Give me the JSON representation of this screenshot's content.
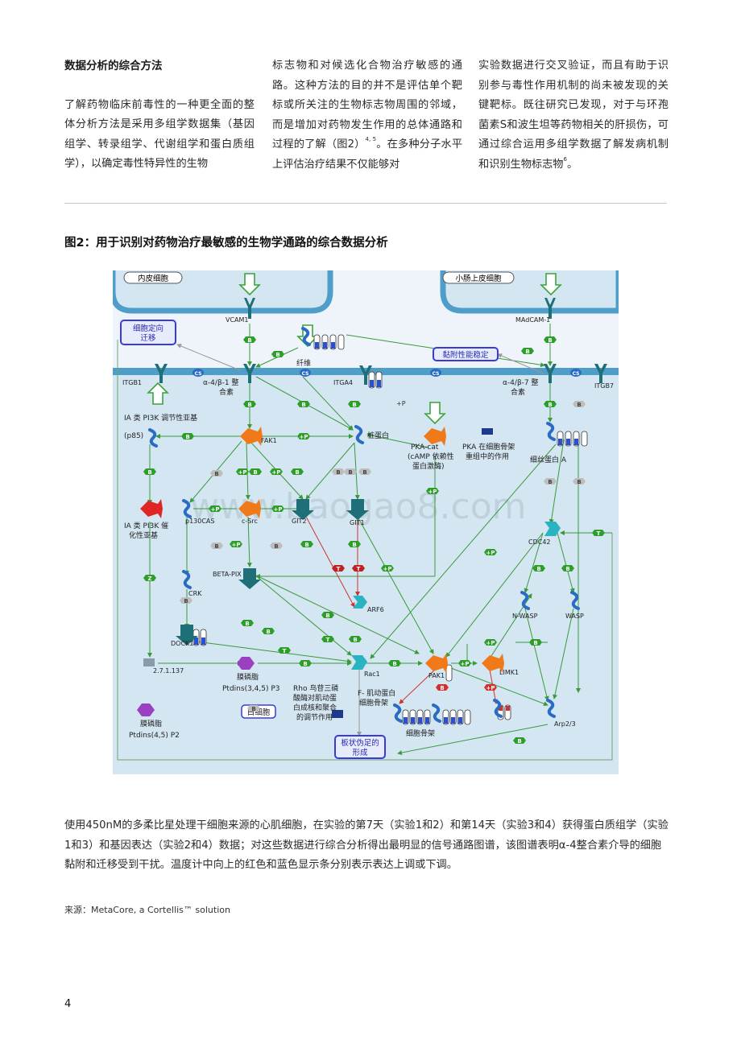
{
  "column1": {
    "heading": "数据分析的综合方法",
    "text": "了解药物临床前毒性的一种更全面的整体分析方法是采用多组学数据集（基因组学、转录组学、代谢组学和蛋白质组学），以确定毒性特异性的生物"
  },
  "column2": {
    "text": "标志物和对候选化合物治疗敏感的通路。这种方法的目的并不是评估单个靶标或所关注的生物标志物周围的邻域，而是增加对药物发生作用的总体通路和过程的了解（图2）",
    "ref": "4, 5",
    "text2": "。在多种分子水平上评估治疗结果不仅能够对"
  },
  "column3": {
    "text": "实验数据进行交叉验证，而且有助于识别参与毒性作用机制的尚未被发现的关键靶标。既往研究已发现，对于与环孢菌素S和波生坦等药物相关的肝损伤，可通过综合运用多组学数据了解发病机制和识别生物标志物",
    "ref": "6",
    "text2": "。"
  },
  "figure": {
    "title": "图2：用于识别对药物治疗最敏感的生物学通路的综合数据分析",
    "watermark": "www.baogao8.com",
    "labels": {
      "endothelial": "内皮细胞",
      "intestinal": "小肠上皮细胞",
      "vcam1": "VCAM1",
      "madcam1": "MAdCAM-1",
      "fibronectin": "纤维",
      "directed_migration_1": "细胞定向",
      "directed_migration_2": "迁移",
      "adhesion_stability": "黏附性能稳定",
      "itgb1": "ITGB1",
      "itga4": "ITGA4",
      "itgb7": "ITGB7",
      "a4b1_1": "α-4/β-1 整",
      "a4b1_2": "合素",
      "a4b7_1": "α-4/β-7 整",
      "a4b7_2": "合素",
      "pi3k_reg_1": "IA 类 PI3K 调节性亚基",
      "pi3k_reg_2": "(p85)",
      "fak1": "FAK1",
      "paxillin": "桩蛋白",
      "pkacat_1": "PKA-cat",
      "pkacat_2": "(cAMP 依赖性",
      "pkacat_3": "蛋白激酶)",
      "pka_anchor_1": "PKA 在细胞骨架",
      "pka_anchor_2": "重组中的作用",
      "filamin": "细丝蛋白 A",
      "pi3k_cat_1": "IA 类 PI3K 催",
      "pi3k_cat_2": "化性亚基",
      "p130cas": "p130CAS",
      "csrc": "c-Src",
      "git2": "GIT2",
      "git1": "GIT1",
      "cdc42": "CDC42",
      "betapix": "BETA-PIX",
      "crk": "CRK",
      "arf6": "ARF6",
      "nwasp": "N-WASP",
      "wasp": "WASP",
      "dock1": "DOCK1",
      "ec27": "2.7.1.137",
      "pip3_1": "膜磷脂",
      "pip3_2": "Ptdins(3,4,5) P3",
      "rac1": "Rac1",
      "pak1": "PAK1",
      "limk1": "LIMK1",
      "rho_1": "Rho 鸟苷三磷",
      "rho_2": "酸酶对肌动蛋",
      "rho_3": "白成核和聚合",
      "rho_4": "的调节作用",
      "factin_1": "F- 肌动蛋白",
      "factin_2": "细胞骨架",
      "wbc": "白细胞",
      "cytoskeleton": "细胞骨架",
      "arp23": "Arp2/3",
      "pip2_1": "膜磷脂",
      "pip2_2": "Ptdins(4,5) P2",
      "lamellipodia_1": "板状伪足的",
      "lamellipodia_2": "形成"
    }
  },
  "caption": "使用450nM的多柔比星处理干细胞来源的心肌细胞，在实验的第7天（实验1和2）和第14天（实验3和4）获得蛋白质组学（实验1和3）和基因表达（实验2和4）数据；对这些数据进行综合分析得出最明显的信号通路图谱，该图谱表明α-4整合素介导的细胞黏附和迁移受到干扰。温度计中向上的红色和蓝色显示条分别表示表达上调或下调。",
  "source": "来源：MetaCore, a Cortellis™ solution",
  "page_number": "4",
  "colors": {
    "membrane": "#4f9ec9",
    "green_hex": "#2e9e2a",
    "orange": "#f07a1a",
    "teal": "#1f6f78",
    "blue": "#2a6bc4",
    "process_box": "#4a4ae0"
  }
}
